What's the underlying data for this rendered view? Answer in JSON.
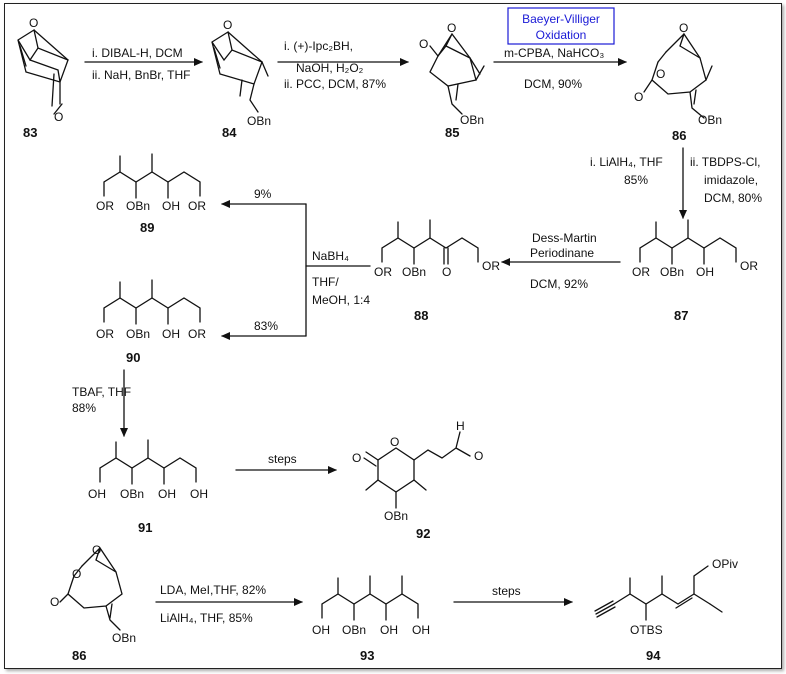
{
  "highlight": {
    "line1": "Baeyer-Villiger",
    "line2": "Oxidation",
    "color": "#1a1ad6"
  },
  "compounds": {
    "c83": "83",
    "c84": "84",
    "c85": "85",
    "c86": "86",
    "c87": "87",
    "c88": "88",
    "c89": "89",
    "c90": "90",
    "c91": "91",
    "c92": "92",
    "c86b": "86",
    "c93": "93",
    "c94": "94"
  },
  "steps": {
    "s1a": "i. DIBAL-H, DCM",
    "s1b": "ii. NaH, BnBr, THF",
    "s2a": "i. (+)-Ipc₂BH,",
    "s2b": "NaOH, H₂O₂",
    "s2c": "ii. PCC, DCM, 87%",
    "s3a": "m-CPBA, NaHCO₃",
    "s3b": "DCM, 90%",
    "s4a": "i. LiAlH₄, THF",
    "s4b": "85%",
    "s4c": "ii. TBDPS-Cl,",
    "s4d": "imidazole,",
    "s4e": "DCM, 80%",
    "s5a": "Dess-Martin",
    "s5b": "Periodinane",
    "s5c": "DCM, 92%",
    "s6a": "NaBH₄",
    "s6b": "THF/",
    "s6c": "MeOH, 1:4",
    "s6d": "9%",
    "s6e": "83%",
    "s7a": "TBAF, THF",
    "s7b": "88%",
    "s8a": "steps",
    "s9a": "LDA, MeI,THF, 82%",
    "s9b": "LiAlH₄, THF, 85%",
    "s10a": "steps"
  },
  "atoms": {
    "O": "O",
    "OBn": "OBn",
    "OR": "OR",
    "OH": "OH",
    "H": "H",
    "OTBS": "OTBS",
    "OPiv": "OPiv"
  }
}
